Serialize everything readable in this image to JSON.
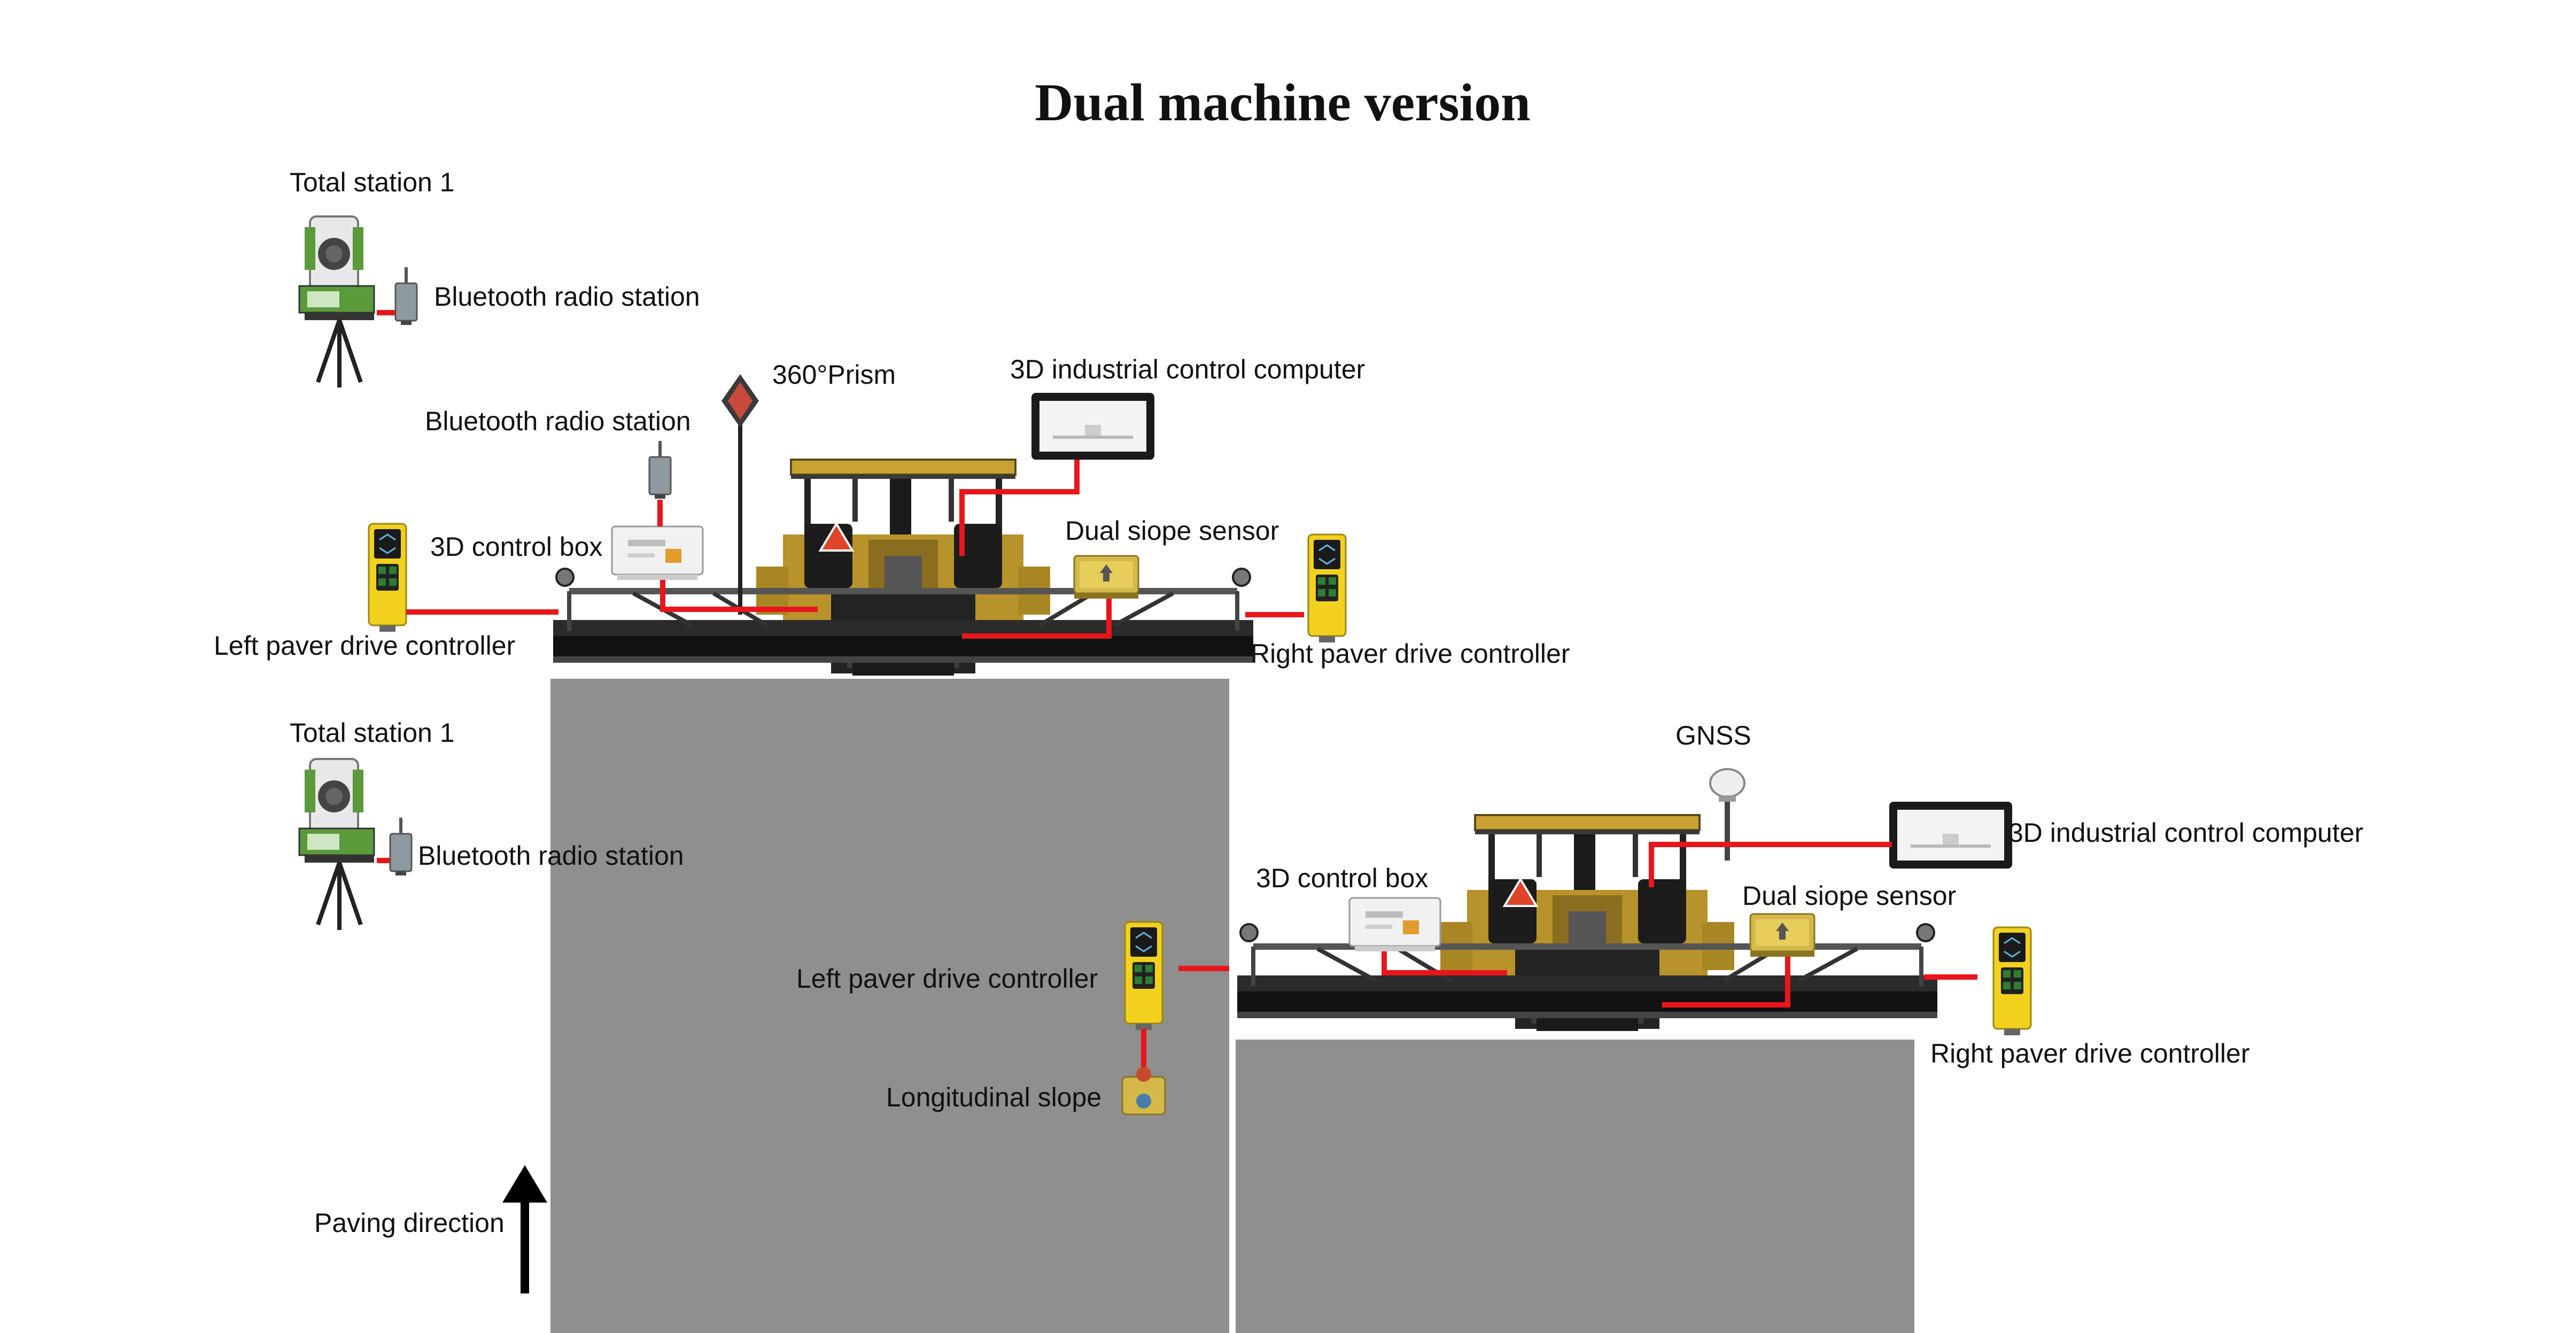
{
  "title": "Dual machine version",
  "colors": {
    "road": "#8f8f8f",
    "cable": "#e8161b",
    "paver_yellow": "#c8a233",
    "controller_yellow": "#f2d11e",
    "screen": "#1a1a1a"
  },
  "top_machine": {
    "total_station": "Total station 1",
    "bluetooth_station_tripod": "Bluetooth radio station",
    "prism": "360°Prism",
    "bluetooth_station_box": "Bluetooth radio station",
    "control_computer": "3D industrial control computer",
    "control_box": "3D control box",
    "slope_sensor": "Dual siope sensor",
    "left_controller": "Left paver drive controller",
    "right_controller": "Right paver drive controller"
  },
  "bottom_left": {
    "total_station": "Total station 1",
    "bluetooth_station": "Bluetooth radio station",
    "left_controller": "Left paver drive controller",
    "longitudinal_slope": "Longitudinal slope",
    "paving_direction": "Paving direction"
  },
  "bottom_machine": {
    "gnss": "GNSS",
    "control_computer": "3D industrial control computer",
    "control_box": "3D control box",
    "slope_sensor": "Dual siope sensor",
    "right_controller": "Right paver drive controller"
  },
  "icons": [
    "total-station-icon",
    "radio-station-icon",
    "prism-icon",
    "gnss-antenna-icon",
    "control-computer-icon",
    "control-box-icon",
    "slope-sensor-icon",
    "drive-controller-icon",
    "longitudinal-slope-icon",
    "paver-icon",
    "arrow-up-icon"
  ]
}
